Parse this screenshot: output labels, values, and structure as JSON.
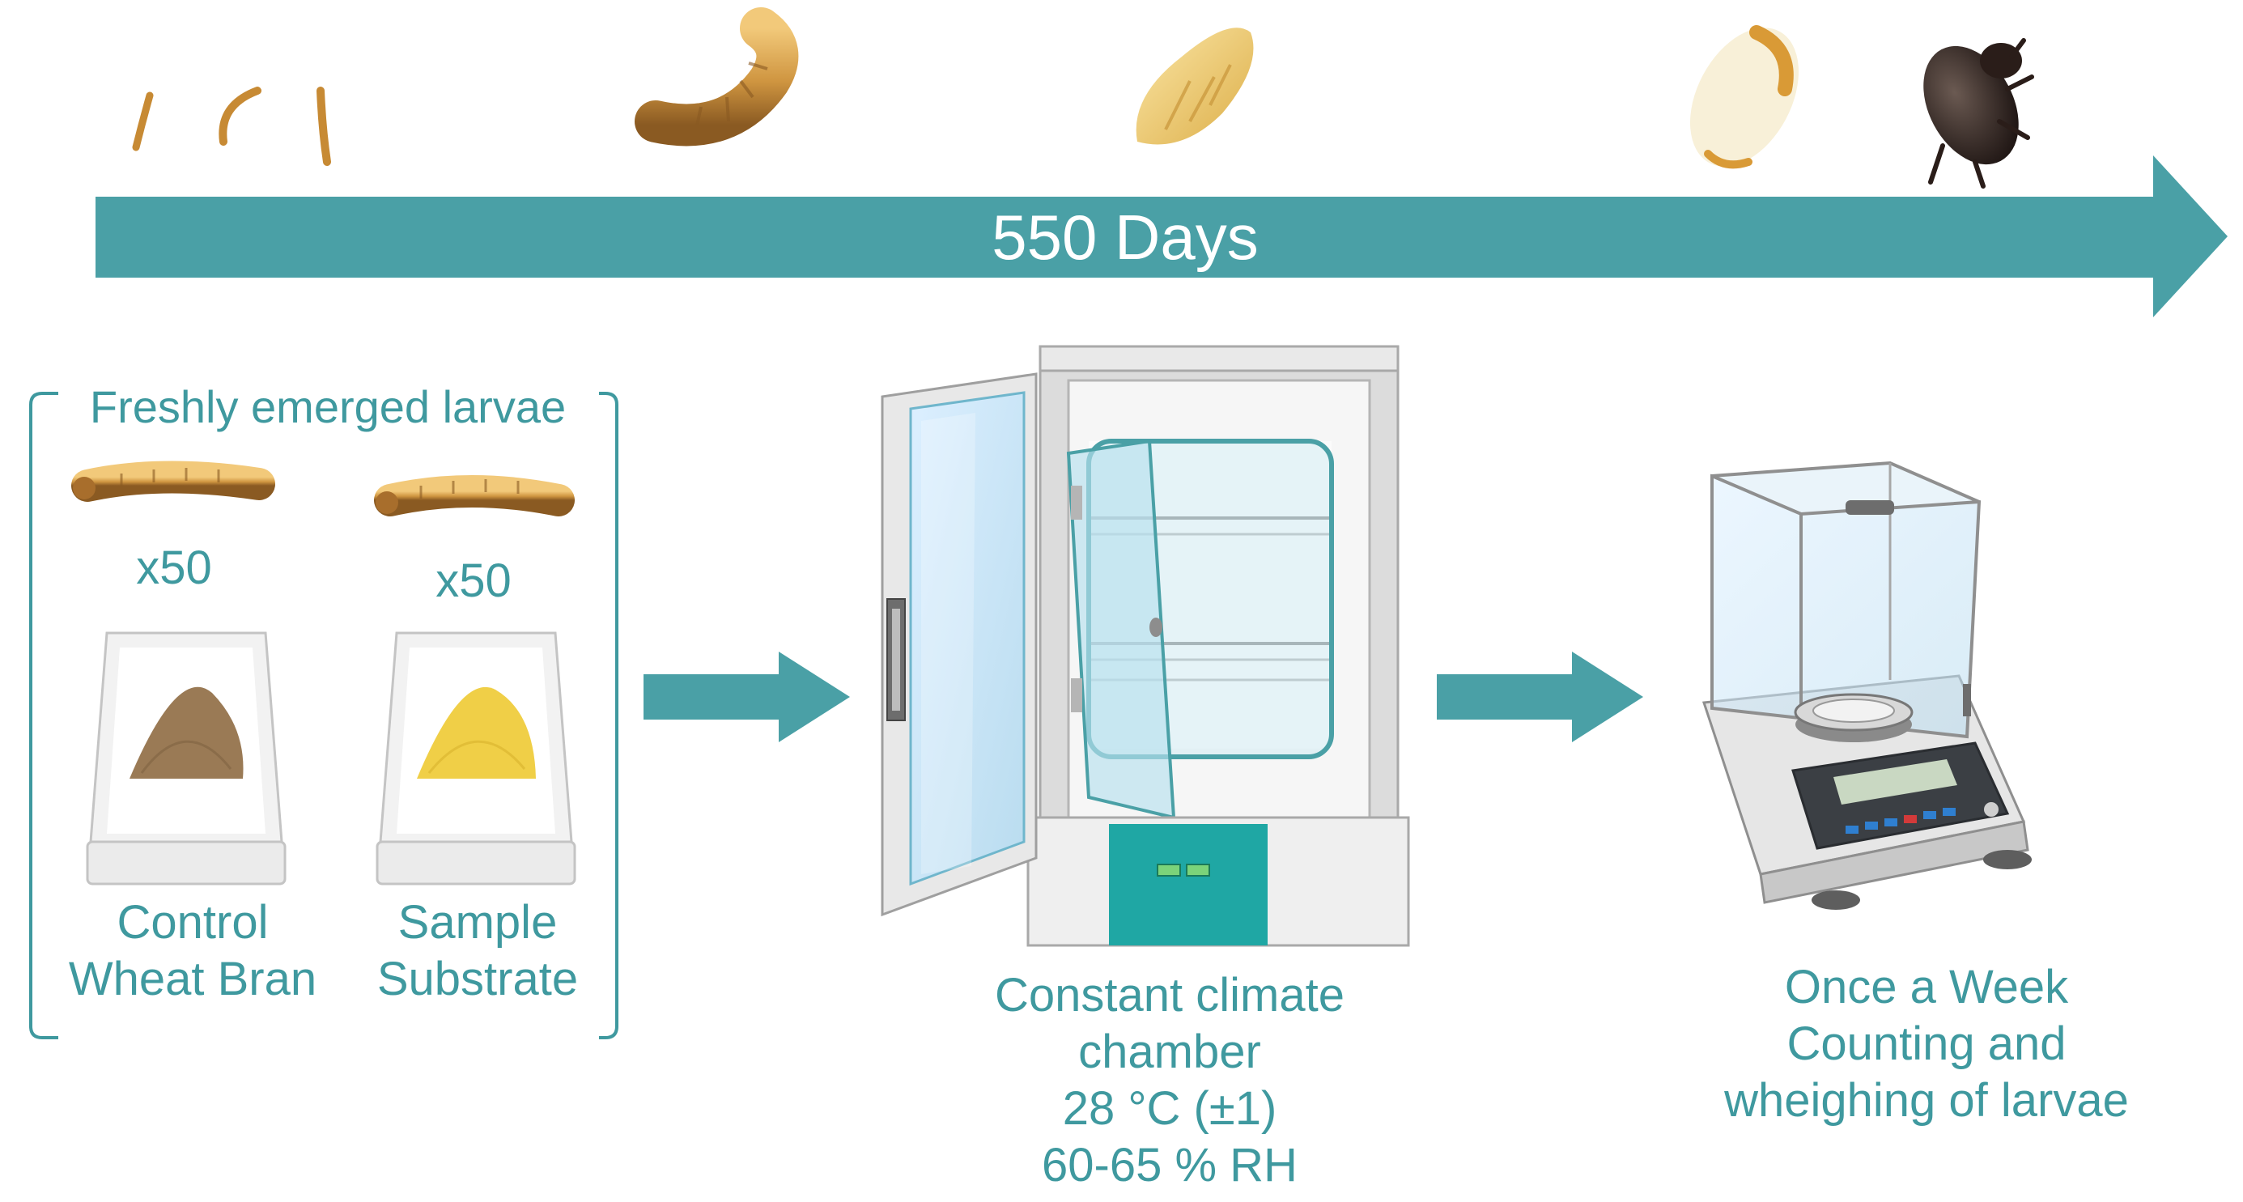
{
  "timeline": {
    "label": "550 Days"
  },
  "setup": {
    "title": "Freshly emerged larvae",
    "groups": [
      {
        "count": "x50",
        "name_lines": [
          "Control",
          "Wheat Bran"
        ]
      },
      {
        "count": "x50",
        "name_lines": [
          "Sample",
          "Substrate"
        ]
      }
    ]
  },
  "chamber": {
    "lines": [
      "Constant climate",
      "chamber",
      "28 °C (±1)",
      "60-65 % RH"
    ]
  },
  "scale": {
    "lines": [
      "Once a Week",
      "Counting and",
      "wheighing of larvae"
    ]
  },
  "colors": {
    "accent": "#4aa0a6",
    "text": "#3f999f",
    "bran": "#9a7a55",
    "substrate": "#f0cf47",
    "larva": "#d6a24a"
  }
}
